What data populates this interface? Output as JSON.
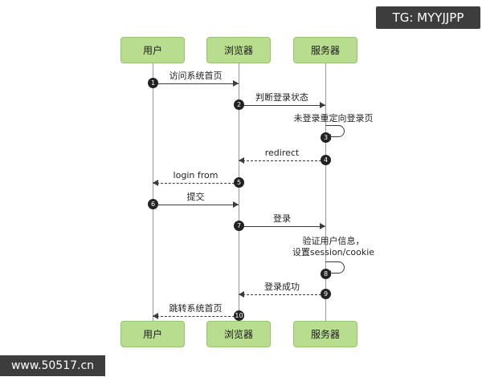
{
  "watermarks": {
    "top_right": "TG: MYYJJPP",
    "bottom_left": "www.50517.cn"
  },
  "actors": [
    {
      "name": "用户"
    },
    {
      "name": "浏览器"
    },
    {
      "name": "服务器"
    }
  ],
  "messages": [
    {
      "num": "1",
      "label": "访问系统首页",
      "from": "用户",
      "to": "浏览器",
      "line": "solid"
    },
    {
      "num": "2",
      "label": "判断登录状态",
      "from": "浏览器",
      "to": "服务器",
      "line": "solid"
    },
    {
      "num": "3",
      "label": "未登录重定向登录页",
      "from": "服务器",
      "to": "服务器",
      "line": "self"
    },
    {
      "num": "4",
      "label": "redirect",
      "from": "服务器",
      "to": "浏览器",
      "line": "dashed"
    },
    {
      "num": "5",
      "label": "login from",
      "from": "浏览器",
      "to": "用户",
      "line": "dashed"
    },
    {
      "num": "6",
      "label": "提交",
      "from": "用户",
      "to": "浏览器",
      "line": "solid"
    },
    {
      "num": "7",
      "label": "登录",
      "from": "浏览器",
      "to": "服务器",
      "line": "solid"
    },
    {
      "num": "8",
      "label_line1": "验证用户信息，",
      "label_line2": "设置session/cookie",
      "from": "服务器",
      "to": "服务器",
      "line": "self"
    },
    {
      "num": "9",
      "label": "登录成功",
      "from": "服务器",
      "to": "浏览器",
      "line": "dashed"
    },
    {
      "num": "10",
      "label": "跳转系统首页",
      "from": "浏览器",
      "to": "用户",
      "line": "dashed"
    }
  ],
  "colors": {
    "actor_fill": "#b8dd8e",
    "actor_border": "#94c66d",
    "message_line": "#3c3c3c",
    "badge_background": "#3d3d3d",
    "number_badge": "#222222"
  }
}
